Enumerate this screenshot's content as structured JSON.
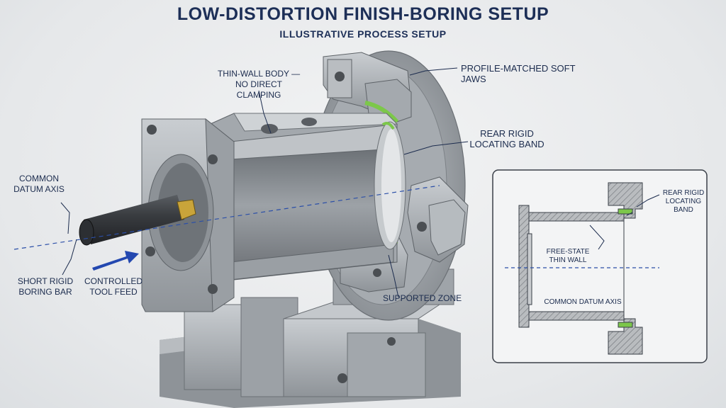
{
  "header": {
    "title": "LOW-DISTORTION FINISH-BORING SETUP",
    "subtitle": "ILLUSTRATIVE PROCESS SETUP"
  },
  "callouts": {
    "thin_wall_body": "THIN-WALL BODY —\nNO DIRECT CLAMPING",
    "soft_jaws": "PROFILE-MATCHED SOFT JAWS",
    "rear_band": "REAR RIGID\nLOCATING BAND",
    "datum_axis": "COMMON\nDATUM AXIS",
    "boring_bar": "SHORT RIGID\nBORING BAR",
    "tool_feed": "CONTROLLED\nTOOL FEED",
    "supported_zone": "SUPPORTED ZONE"
  },
  "inset": {
    "rear_band": "REAR RIGID\nLOCATING BAND",
    "free_state": "FREE-STATE\nTHIN WALL",
    "datum_axis": "COMMON DATUM AXIS"
  },
  "colors": {
    "title": "#1d2f57",
    "datum_line": "#2b4fa8",
    "feed_arrow": "#2348b0",
    "support_band": "#7cc74a",
    "steel": "#a9aeb3",
    "inset_border": "#3a3f48"
  },
  "icons": [
    "feed-arrow-icon",
    "boring-insert-icon"
  ]
}
